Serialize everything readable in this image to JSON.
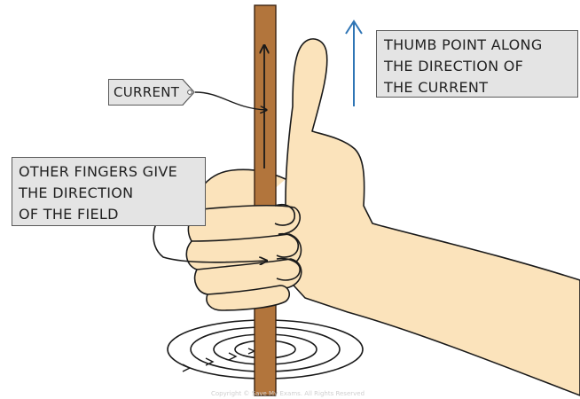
{
  "labels": {
    "current": "CURRENT",
    "thumb": [
      "THUMB POINT ALONG",
      "THE DIRECTION OF",
      "THE CURRENT"
    ],
    "fingers": [
      "OTHER FINGERS GIVE",
      "THE DIRECTION",
      "OF THE FIELD"
    ]
  },
  "watermark": "Copyright © Save My Exams. All Rights Reserved",
  "colors": {
    "skin": "#fbe3bb",
    "wire": "#b2753c",
    "arrow_blue": "#2f75b5",
    "outline": "#1a1a1a",
    "label_bg": "#e4e4e4"
  }
}
